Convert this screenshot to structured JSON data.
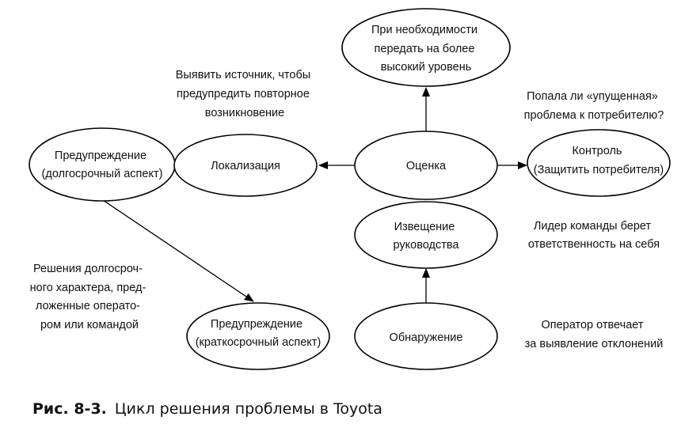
{
  "nodes": {
    "escalate": [
      "При необходимости",
      "передать на более",
      "высокий уровень"
    ],
    "prevent_long": [
      "Предупреждение",
      "(долгосрочный аспект)"
    ],
    "localize": [
      "Локализация"
    ],
    "evaluate": [
      "Оценка"
    ],
    "control": [
      "Контроль",
      "(Защитить потребителя)"
    ],
    "notify": [
      "Извещение",
      "руководства"
    ],
    "prevent_short": [
      "Предупреждение",
      "(краткосрочный аспект)"
    ],
    "detect": [
      "Обнаружение"
    ]
  },
  "notes": {
    "localize_note": [
      "Выявить источник, чтобы",
      "предупредить повторное",
      "возникновение"
    ],
    "control_note": [
      "Попала ли «упущенная»",
      "проблема к потребителю?"
    ],
    "notify_note": [
      "Лидер команды берет",
      "ответственность на себя"
    ],
    "long_note": [
      "Решения долгосроч-",
      "ного характера, пред-",
      "ложенные операто-",
      "ром или командой"
    ],
    "detect_note": [
      "Оператор отвечает",
      "за выявление отклонений"
    ]
  },
  "caption": {
    "label": "Рис. 8-3.",
    "text": "Цикл решения проблемы в Toyota"
  }
}
